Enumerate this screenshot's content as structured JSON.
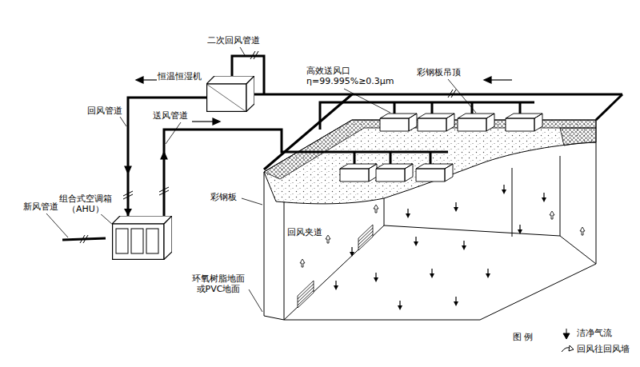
{
  "diagram": {
    "nodes": [
      {
        "text": [
          "恒温恒湿机"
        ]
      },
      {
        "text": [
          "组合式空调箱 （AHU）"
        ]
      }
    ],
    "edges": [
      {
        "from": 0,
        "to": 1,
        "arrow": "to",
        "label": "回风管道"
      }
    ],
    "labels": [
      "二次回风管道",
      "高效送风口 η=99.995%≥0.3μm",
      "彩钢板吊顶",
      "送风管道",
      "新风管道",
      "彩钢板",
      "回风夹道",
      "环氧树脂地面 或PVC地面",
      "图 例"
    ],
    "legend": [
      {
        "text": "洁净气流"
      },
      {
        "text": "回风往回风墙"
      }
    ]
  }
}
